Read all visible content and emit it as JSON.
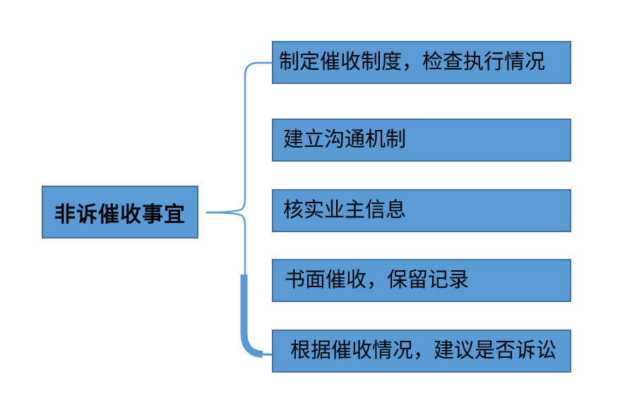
{
  "root": {
    "label": "非诉催收事宜"
  },
  "branches": [
    {
      "label": "制定催收制度，检查执行情况"
    },
    {
      "label": "建立沟通机制"
    },
    {
      "label": "核实业主信息"
    },
    {
      "label": "书面催收，保留记录"
    },
    {
      "label": "根据催收情况，建议是否诉讼"
    }
  ],
  "colors": {
    "box_fill": "#5B9BD5",
    "box_border": "#41719C",
    "connector": "#5B9BD5",
    "text": "#000000",
    "background": "#FFFFFF"
  }
}
